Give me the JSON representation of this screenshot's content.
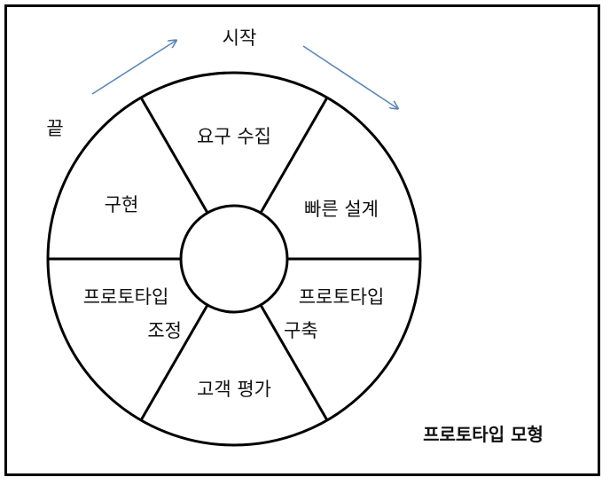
{
  "diagram": {
    "start_label": "시작",
    "end_label": "끝",
    "caption": "프로토타입 모형",
    "segments": {
      "requirements": "요구 수집",
      "quick_design": "빠른 설계",
      "build_line1": "프로토타입",
      "build_line2": "구축",
      "evaluation": "고객 평가",
      "refine_line1": "프로토타입",
      "refine_line2": "조정",
      "implementation": "구현"
    },
    "colors": {
      "arrow": "#5b87b8",
      "line": "#000000"
    }
  }
}
